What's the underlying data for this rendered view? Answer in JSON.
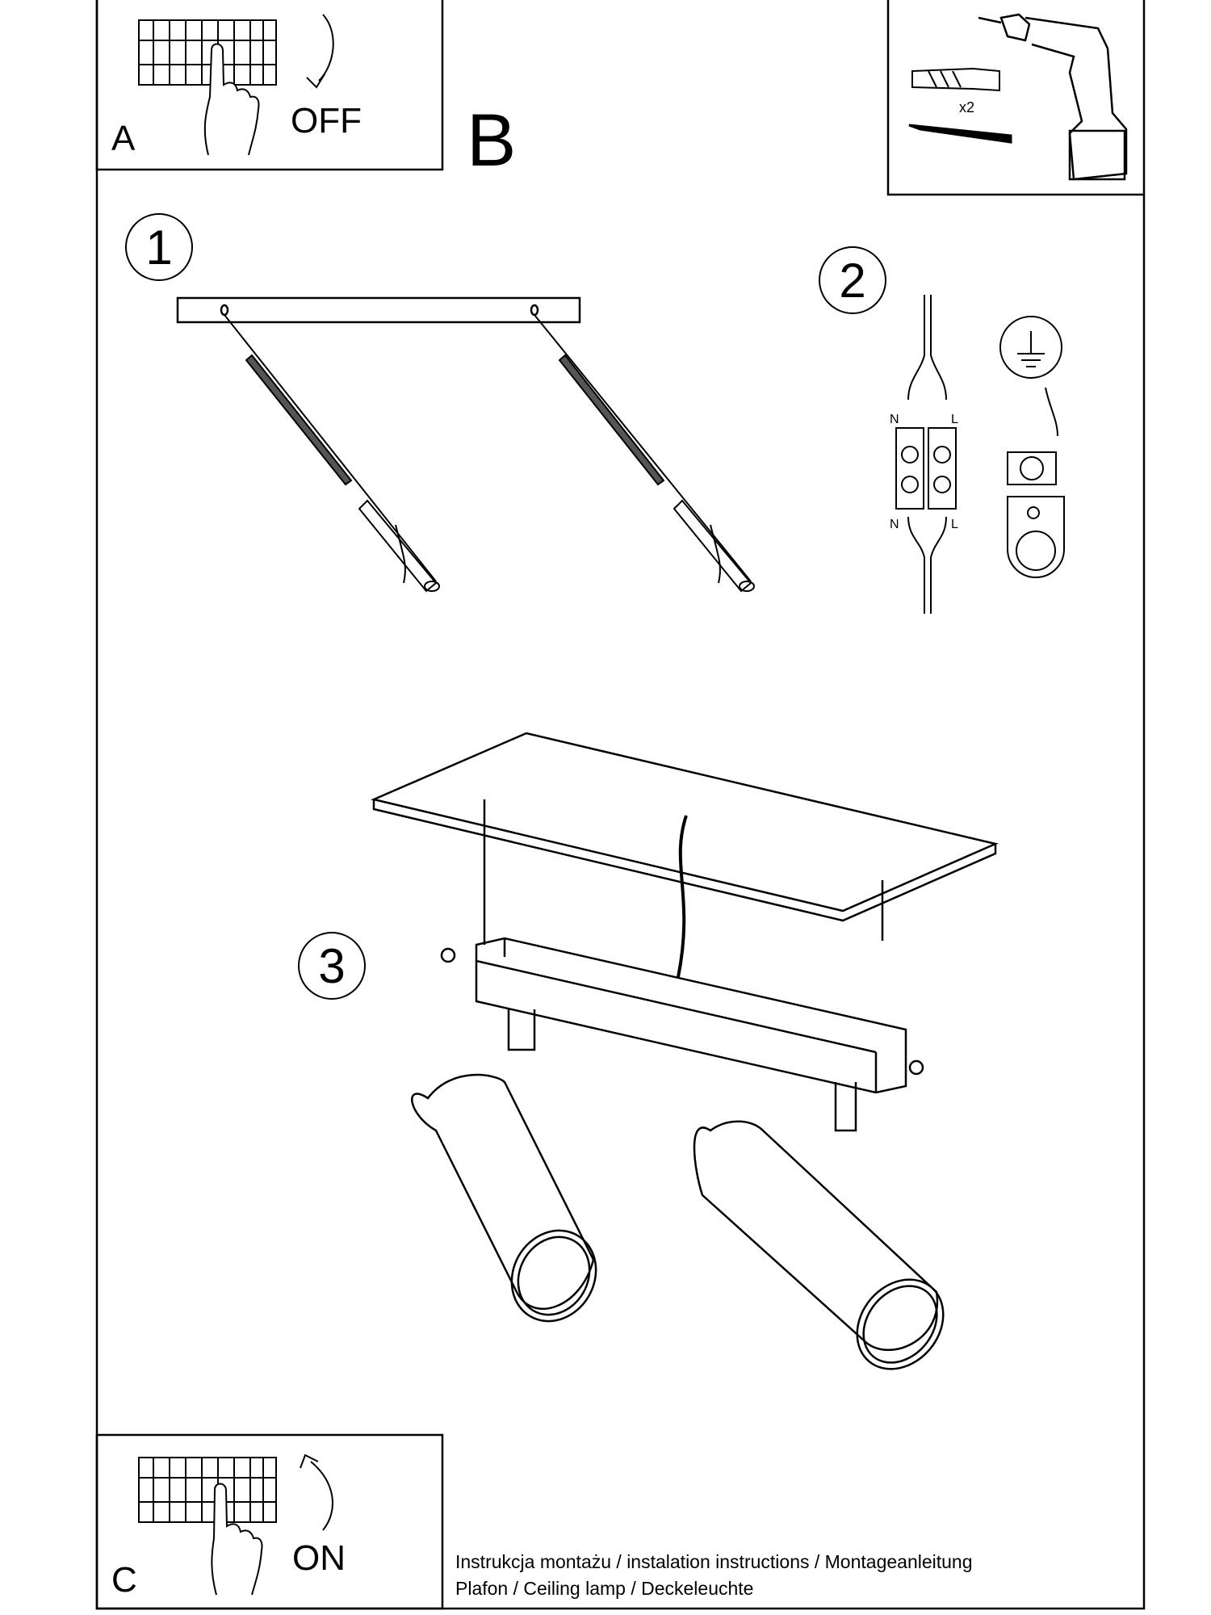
{
  "panel_a": {
    "letter": "A",
    "label": "OFF"
  },
  "panel_b": {
    "letter": "B"
  },
  "panel_c": {
    "letter": "C",
    "label": "ON"
  },
  "tools": {
    "quantity": "x2"
  },
  "steps": [
    {
      "number": "1"
    },
    {
      "number": "2",
      "wire_labels": {
        "neutral": "N",
        "live": "L"
      }
    },
    {
      "number": "3"
    }
  ],
  "footer": {
    "line1": "Instrukcja montażu / instalation instructions / Montageanleitung",
    "line2": "Plafon / Ceiling lamp / Deckeleuchte"
  }
}
